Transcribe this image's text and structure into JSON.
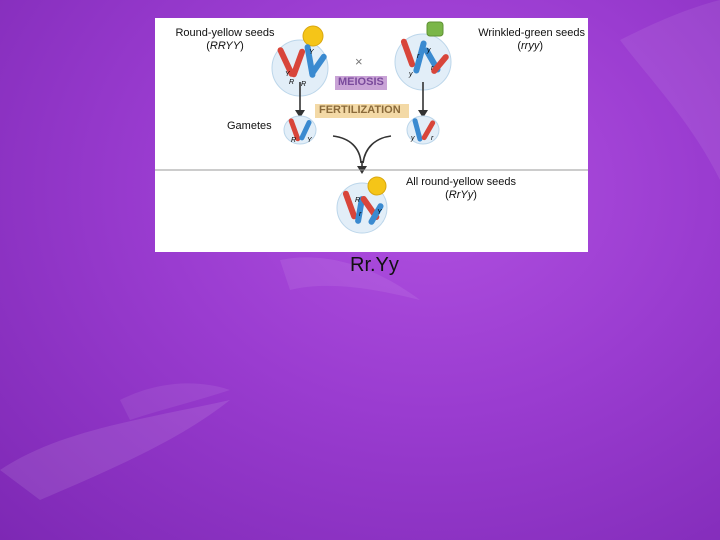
{
  "parent_left": {
    "line1": "Round-yellow seeds",
    "line2_open": "(",
    "genotype": "RRYY",
    "line2_close": ")"
  },
  "parent_right": {
    "line1": "Wrinkled-green seeds",
    "line2_open": "(",
    "genotype": "rryy",
    "line2_close": ")"
  },
  "cross_symbol": "×",
  "meiosis_label": "MEIOSIS",
  "fertilization_label": "FERTILIZATION",
  "gametes_label": "Gametes",
  "offspring": {
    "line1": "All round-yellow seeds",
    "line2_open": "(",
    "genotype": "RrYy",
    "line2_close": ")"
  },
  "allele_labels": {
    "R": "R",
    "r": "r",
    "Y": "Y",
    "y": "y"
  },
  "caption": "Rr.Yy",
  "colors": {
    "red_chromosome": "#d8453a",
    "blue_chromosome": "#3a8ad0",
    "yellow_seed": "#f5c518",
    "green_seed": "#7ab648",
    "meiosis_banner": "#c9a3d6",
    "fertilization_banner": "#f3d9a6"
  }
}
